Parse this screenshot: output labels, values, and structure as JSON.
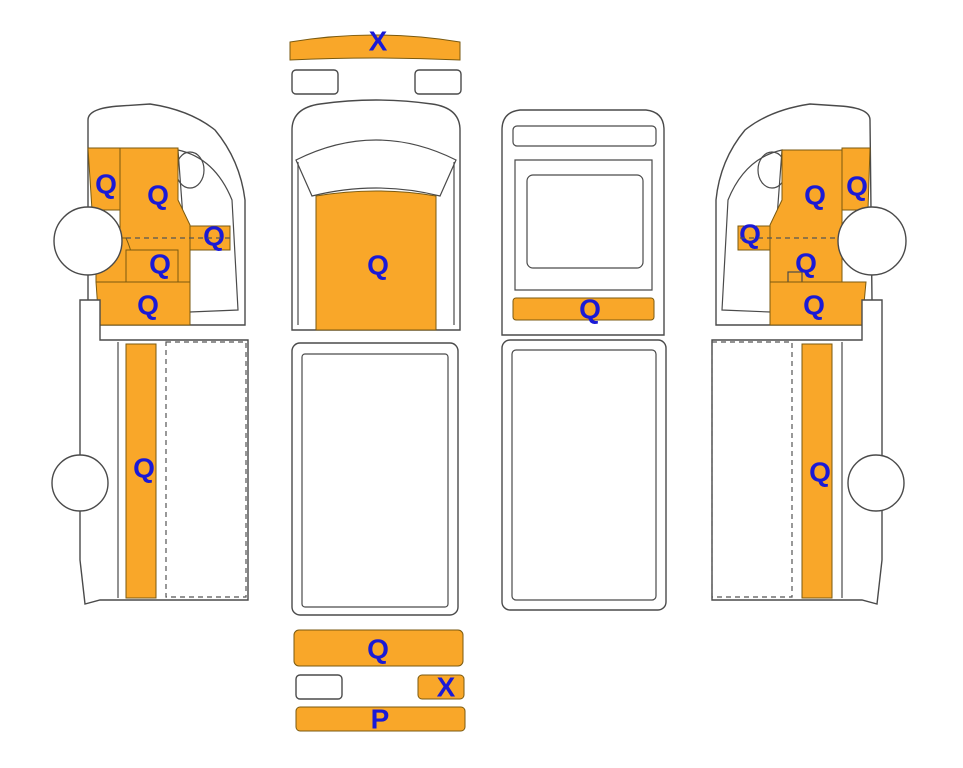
{
  "colors": {
    "damage_fill": "#f9a729",
    "label_text": "#1a1ad6",
    "outline": "#4a4a4a"
  },
  "views": {
    "front": {
      "top_bar_label": "X",
      "hood_label": "Q"
    },
    "rear": {
      "rear_panel_label": "Q"
    },
    "rear_bumper": {
      "upper_label": "Q",
      "corner_label": "X",
      "lower_label": "P"
    },
    "left_side": {
      "door_upper_label": "Q",
      "door_main_label": "Q",
      "mirror_label": "Q",
      "fender_label": "Q",
      "rocker_label": "Q",
      "bed_side_label": "Q"
    },
    "right_side": {
      "door_upper_label": "Q",
      "door_main_label": "Q",
      "mirror_label": "Q",
      "fender_label": "Q",
      "rocker_label": "Q",
      "bed_side_label": "Q"
    }
  }
}
